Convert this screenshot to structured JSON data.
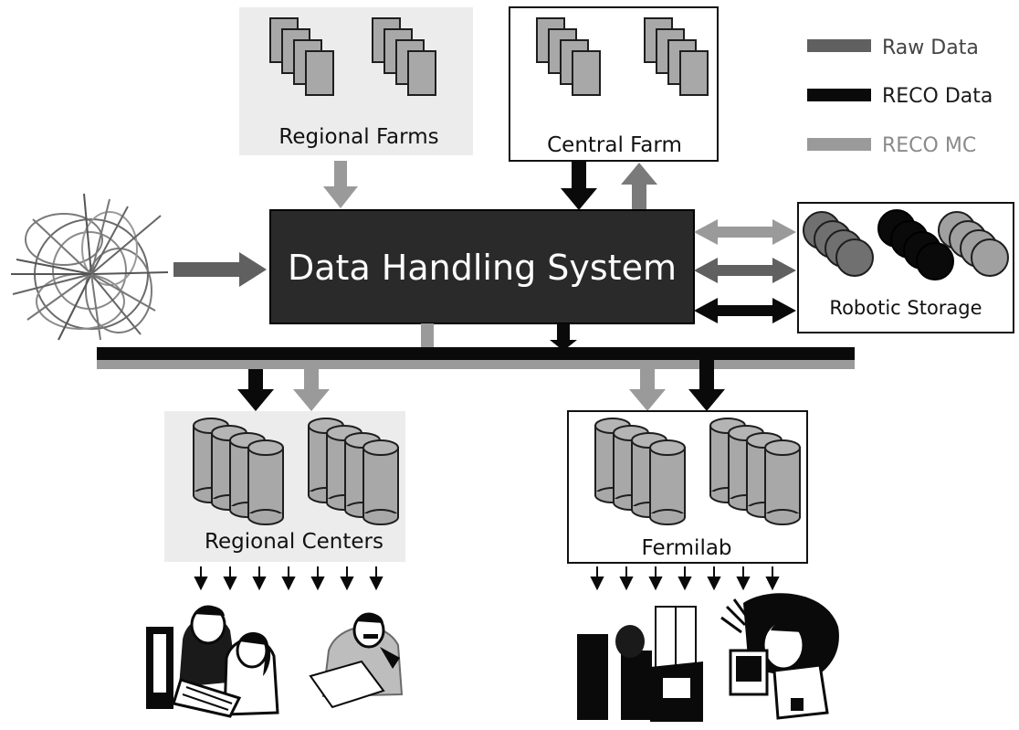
{
  "title": "Data Handling System",
  "legend": [
    {
      "label": "Raw Data",
      "color": "#606060",
      "label_color": "#444444"
    },
    {
      "label": "RECO Data",
      "color": "#0a0a0a",
      "label_color": "#1a1a1a"
    },
    {
      "label": "RECO MC",
      "color": "#9a9a9a",
      "label_color": "#8a8a8a"
    }
  ],
  "nodes": {
    "regional_farms": "Regional Farms",
    "central_farm": "Central Farm",
    "robotic_storage": "Robotic Storage",
    "regional_centers": "Regional Centers",
    "fermilab": "Fermilab"
  },
  "colors": {
    "raw": "#606060",
    "reco": "#0a0a0a",
    "mc": "#9a9a9a",
    "panel_fill": "#ececec",
    "dhs_fill": "#2a2a2a"
  },
  "icons": [
    "detector-event-icon",
    "people-at-computers-icon",
    "person-reading-icon",
    "people-meeting-icon",
    "person-on-phone-icon"
  ]
}
